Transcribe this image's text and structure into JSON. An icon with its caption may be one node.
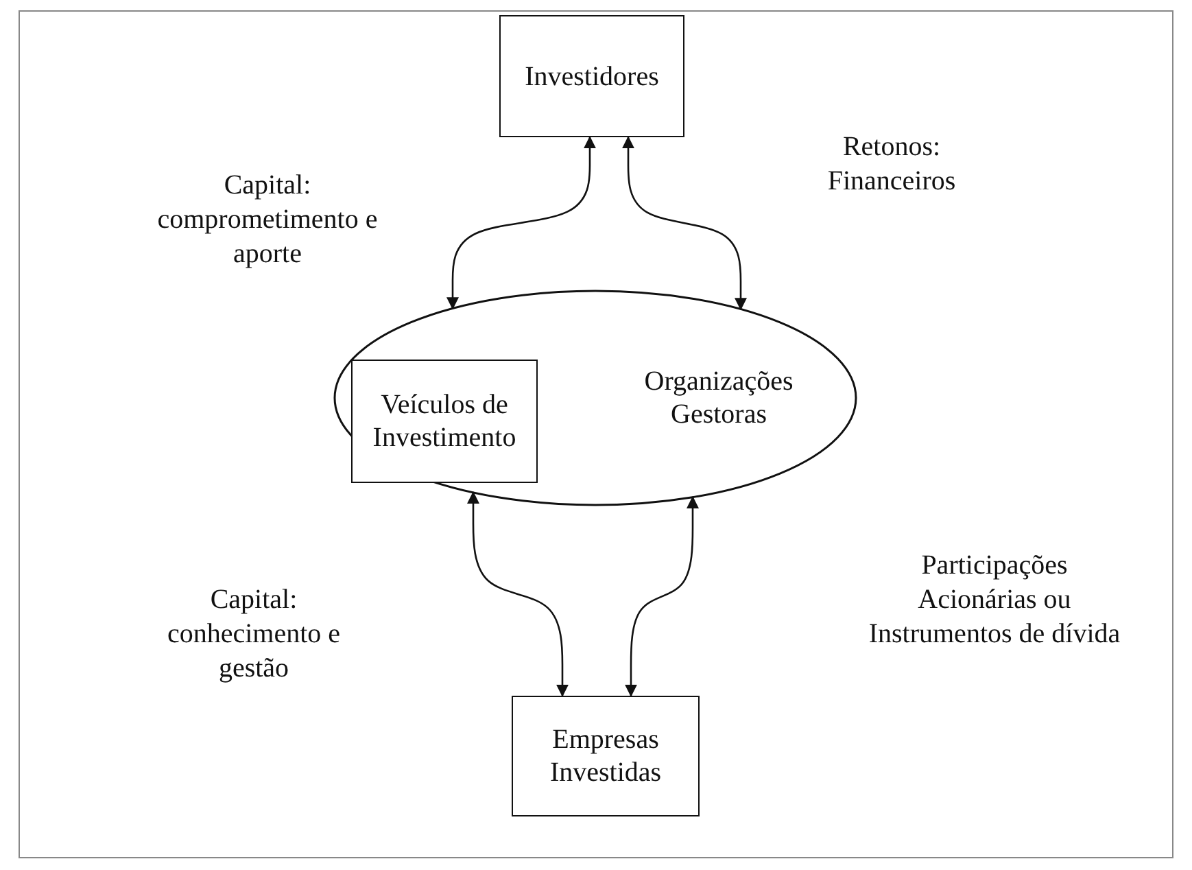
{
  "diagram": {
    "nodes": [
      {
        "text": [
          "Investidores"
        ]
      },
      {
        "text": [
          "Organizações Gestoras"
        ]
      },
      {
        "text": [
          "Veículos de Investimento"
        ],
        "in": 1
      },
      {
        "text": [
          "Empresas Investidas"
        ]
      }
    ],
    "edges": [
      {
        "from": 0,
        "to": 1,
        "arrow": "both"
      },
      {
        "from": 0,
        "to": 1,
        "arrow": "both"
      },
      {
        "from": 1,
        "to": 3,
        "arrow": "both"
      },
      {
        "from": 1,
        "to": 3,
        "arrow": "both"
      }
    ],
    "labels": [
      "Capital: comprometimento e aporte",
      "Retonos: Financeiros",
      "Capital: conhecimento e gestão",
      "Participações Acionárias ou Instrumentos de dívida"
    ]
  }
}
